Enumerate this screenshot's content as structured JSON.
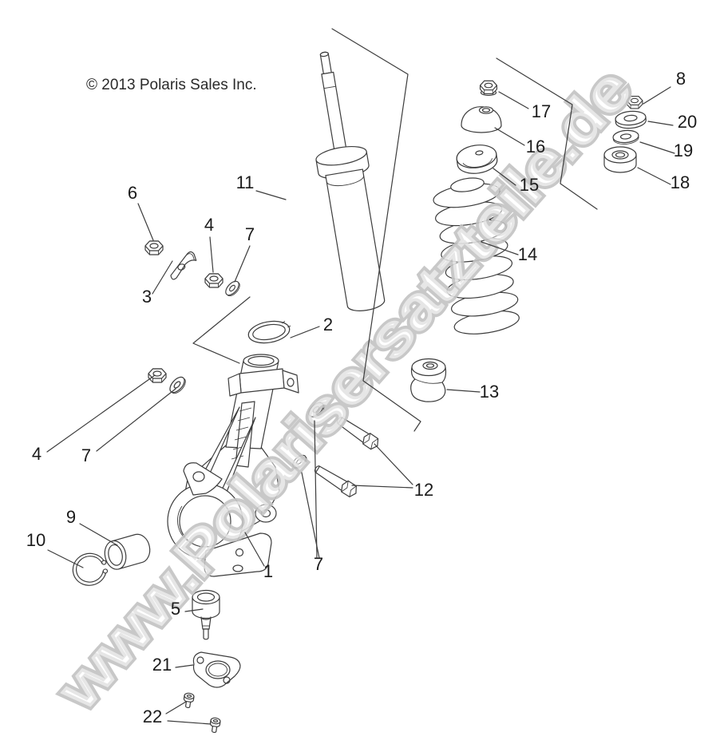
{
  "copyright": "© 2013 Polaris Sales Inc.",
  "watermark": {
    "text": "www.Polarisersatzteile.de",
    "fill": "#ffffff",
    "outline": "#c3c3c3"
  },
  "colors": {
    "line": "#3c3c3c",
    "label": "#1b1b1b",
    "background": "#ffffff"
  },
  "diagram": {
    "type": "exploded-parts-diagram",
    "numbers": {
      "1": "1",
      "2": "2",
      "3": "3",
      "4": "4",
      "5": "5",
      "6": "6",
      "7": "7",
      "8": "8",
      "9": "9",
      "10": "10",
      "11": "11",
      "12": "12",
      "13": "13",
      "14": "14",
      "15": "15",
      "16": "16",
      "17": "17",
      "18": "18",
      "19": "19",
      "20": "20",
      "21": "21",
      "22": "22"
    }
  }
}
